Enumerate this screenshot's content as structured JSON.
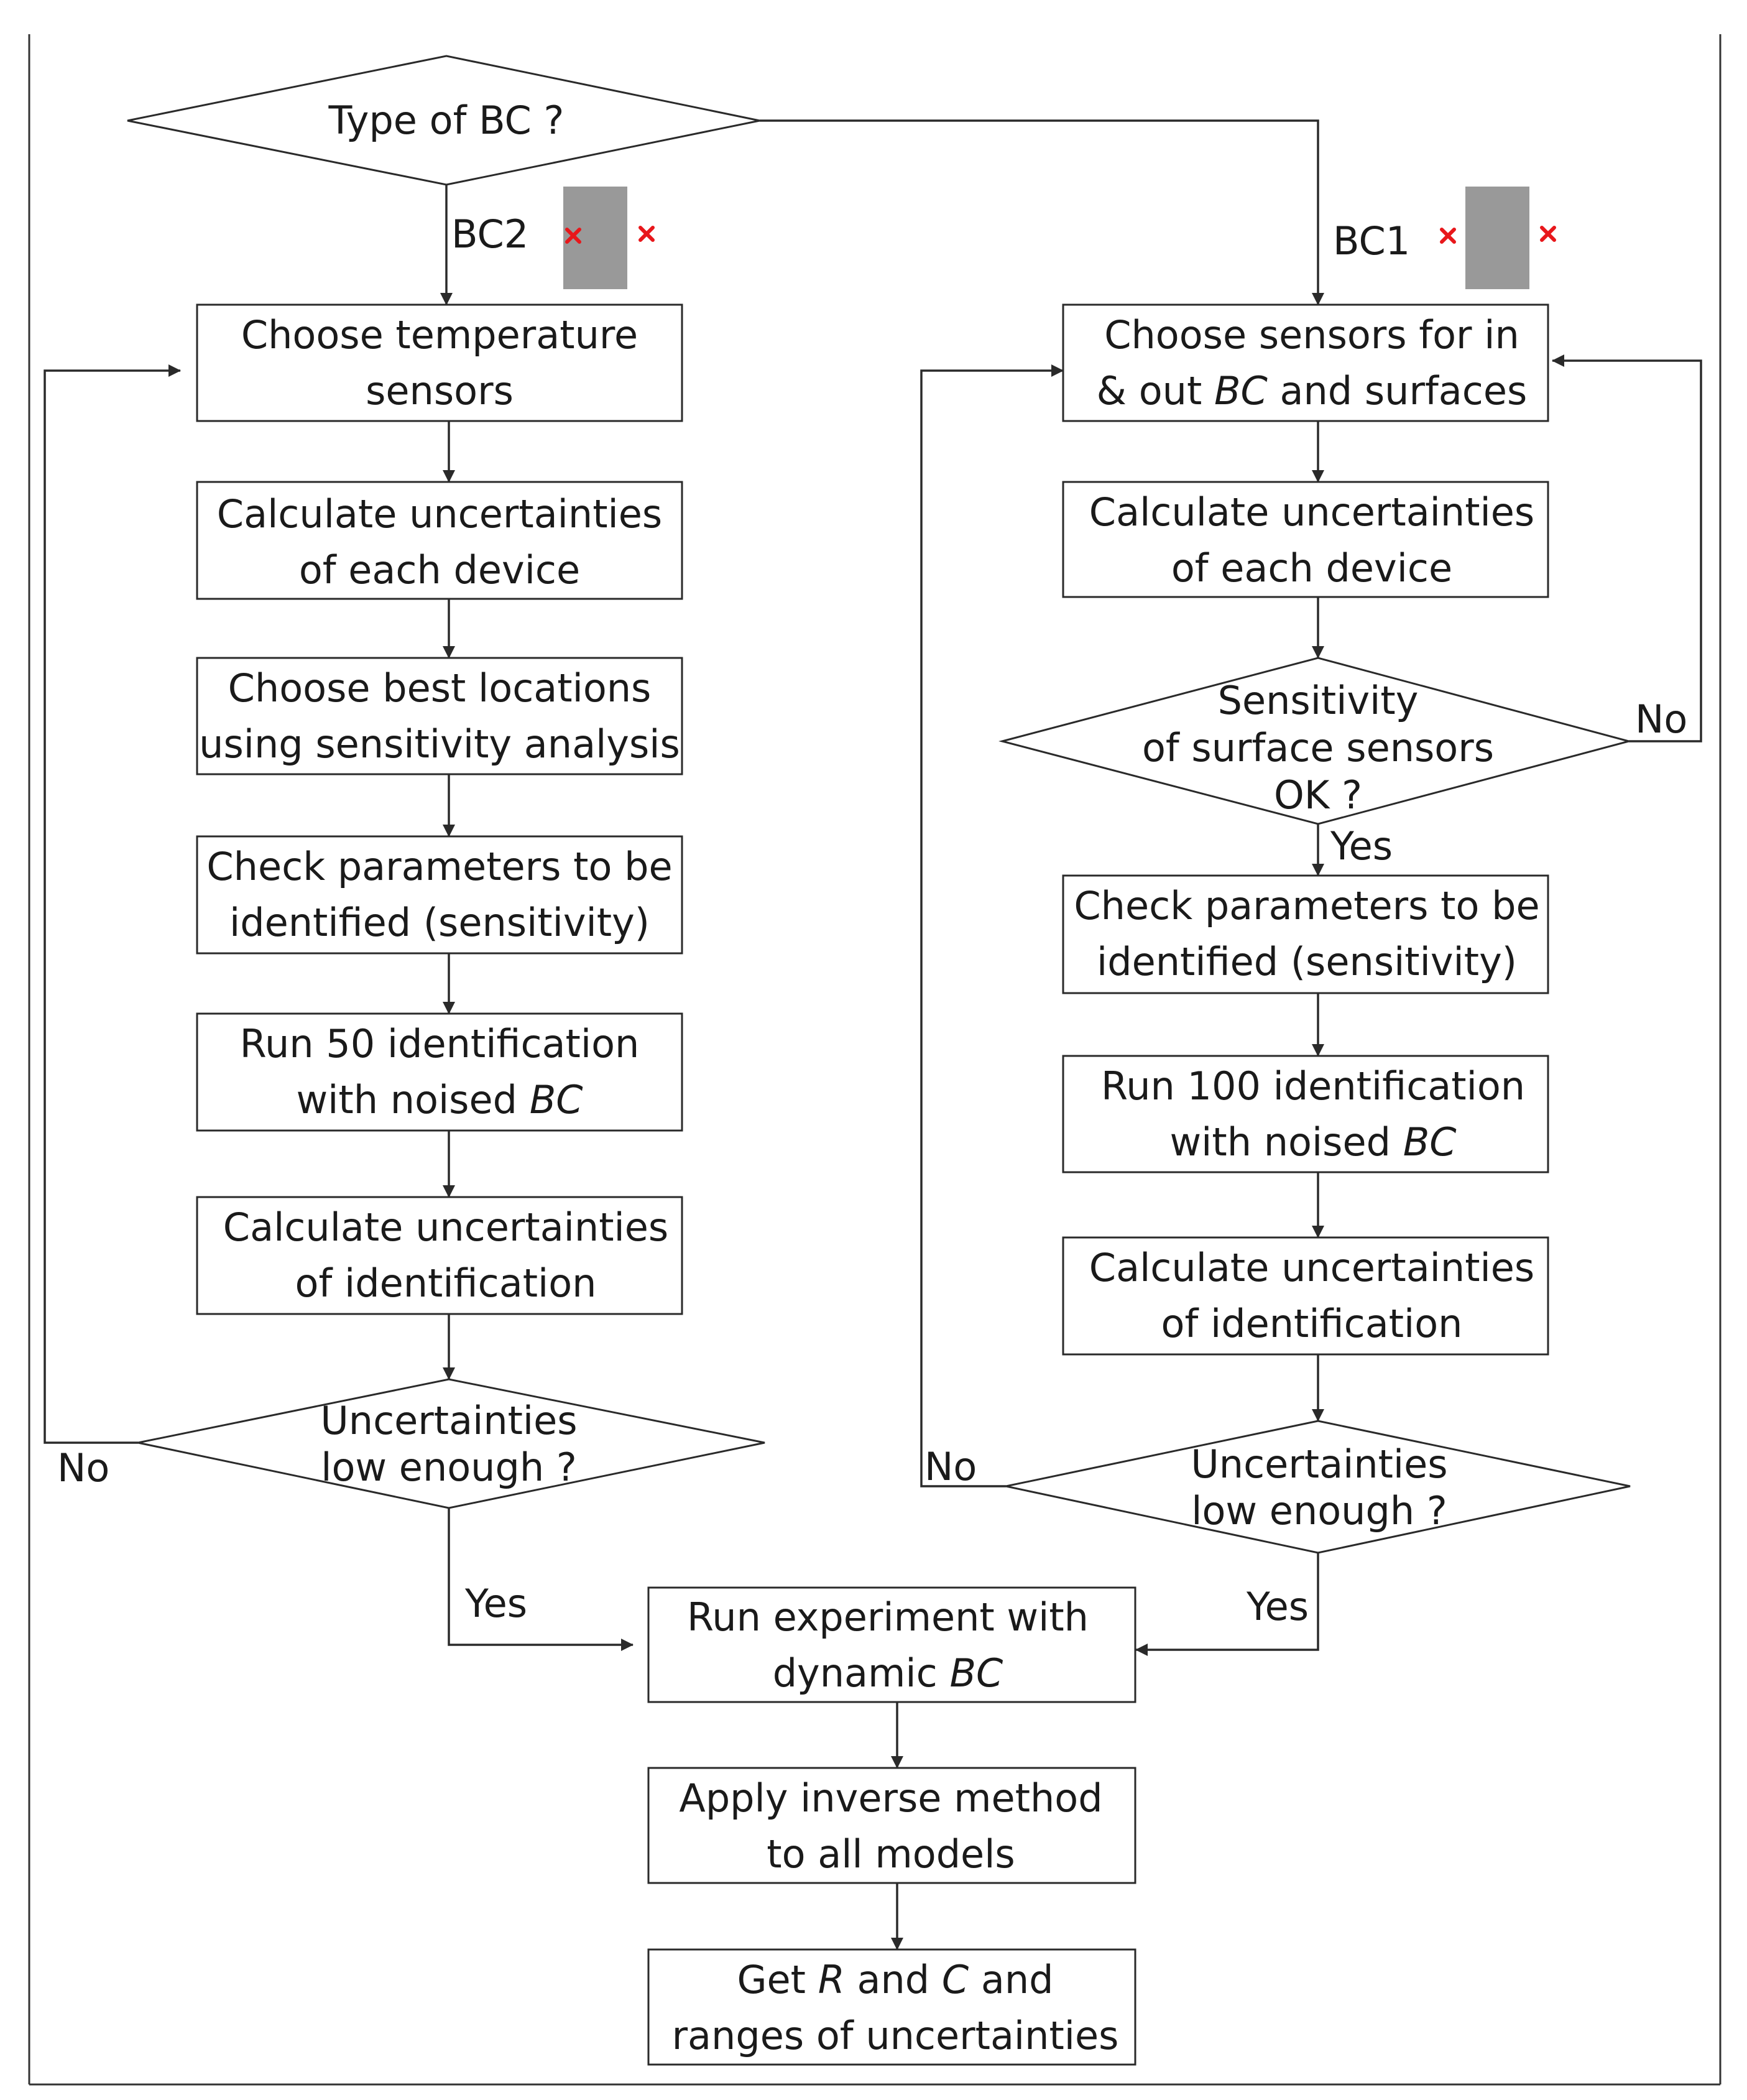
{
  "nodes": {
    "type_bc": [
      "Type of BC ?"
    ],
    "l1": [
      "Choose temperature",
      "sensors"
    ],
    "l2": [
      "Calculate uncertainties",
      "of each device"
    ],
    "l3": [
      "Choose best locations",
      "using sensitivity analysis"
    ],
    "l4": [
      "Check parameters to be",
      "identified (sensitivity)"
    ],
    "l5": [
      "Run 50 identification",
      "with noised |BC|"
    ],
    "l6": [
      "Calculate uncertainties",
      "of identification"
    ],
    "ld": [
      "Uncertainties",
      "low enough ?"
    ],
    "r1": [
      "Choose sensors for in",
      "& out |BC| and surfaces"
    ],
    "r2": [
      "Calculate uncertainties",
      "of each device"
    ],
    "rd1": [
      "Sensitivity",
      "of surface sensors",
      "OK ?"
    ],
    "r3": [
      "Check parameters to be",
      "identified (sensitivity)"
    ],
    "r4": [
      "Run 100 identification",
      "with noised |BC|"
    ],
    "r5": [
      "Calculate uncertainties",
      "of identification"
    ],
    "rd2": [
      "Uncertainties",
      "low enough ?"
    ],
    "b1": [
      "Run experiment with",
      "dynamic |BC|"
    ],
    "b2": [
      "Apply inverse method",
      "to all models"
    ],
    "b3": [
      "Get |R| and |C| and",
      "ranges of uncertainties"
    ]
  },
  "edge_labels": {
    "bc2": "BC2",
    "bc1": "BC1",
    "left_no": "No",
    "left_yes": "Yes",
    "right_no_sens": "No",
    "right_yes_sens": "Yes",
    "right_no_unc": "No",
    "right_yes_unc": "Yes"
  },
  "colors": {
    "line": "#2a2a2a",
    "specimen": "#999999",
    "sensor_mark": "#e8171b"
  }
}
